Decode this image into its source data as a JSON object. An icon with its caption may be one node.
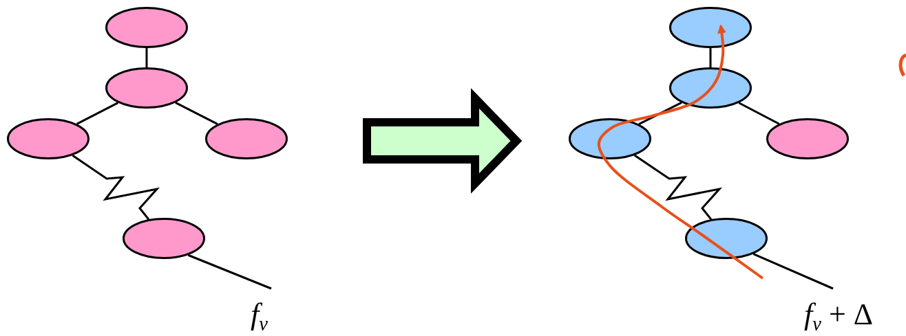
{
  "diagram": {
    "nodes": [
      {
        "text": [],
        "shape": "ellipse"
      },
      {
        "text": [],
        "shape": "ellipse"
      },
      {
        "text": [],
        "shape": "ellipse"
      },
      {
        "text": [],
        "shape": "ellipse"
      },
      {
        "text": [],
        "shape": "ellipse"
      },
      {
        "text": [
          "f$_{v}$"
        ]
      },
      {
        "text": [],
        "shape": "ellipse"
      },
      {
        "text": [],
        "shape": "ellipse"
      },
      {
        "text": [],
        "shape": "ellipse"
      },
      {
        "text": [],
        "shape": "ellipse"
      },
      {
        "text": [],
        "shape": "ellipse"
      },
      {
        "text": [
          "*f*$_{v}$ + Δ"
        ]
      }
    ],
    "edges": [
      {
        "from": 0,
        "to": 1,
        "arrow": "none"
      },
      {
        "from": 1,
        "to": 2,
        "arrow": "none"
      },
      {
        "from": 1,
        "to": 3,
        "arrow": "none"
      },
      {
        "from": 2,
        "to": 4,
        "arrow": "none"
      },
      {
        "from": 4,
        "to": 5,
        "arrow": "none"
      },
      {
        "from": 6,
        "to": 7,
        "arrow": "none"
      },
      {
        "from": 7,
        "to": 8,
        "arrow": "none"
      },
      {
        "from": 7,
        "to": 9,
        "arrow": "none"
      },
      {
        "from": 8,
        "to": 10,
        "arrow": "none"
      },
      {
        "from": 10,
        "to": 11,
        "arrow": "none"
      },
      {
        "from": 3,
        "to": 8,
        "arrow": "to",
        "style": "thick",
        "color": "#ccffcc"
      },
      {
        "from": null,
        "to": 6,
        "arrow": "to",
        "color": "#e8501a"
      }
    ]
  }
}
